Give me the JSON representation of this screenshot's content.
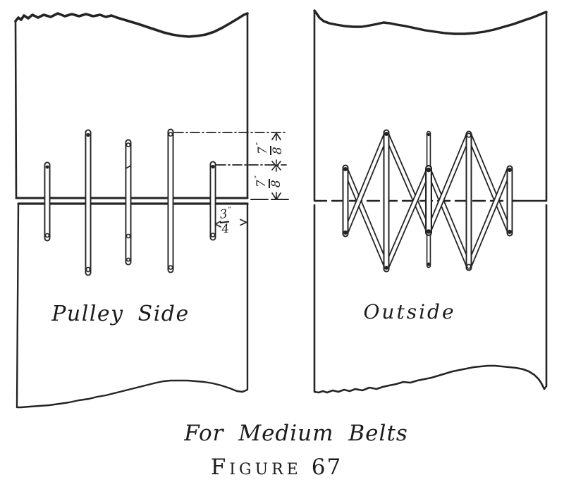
{
  "figure": {
    "caption_line1": "For Medium Belts",
    "figure_word": "Figure",
    "figure_number": "67"
  },
  "panels": {
    "left": {
      "label": "Pulley Side"
    },
    "right": {
      "label": "Outside"
    }
  },
  "dimensions": {
    "upper_pitch": {
      "num": "7",
      "den": "8",
      "unit": "″"
    },
    "lower_pitch": {
      "num": "7",
      "den": "8",
      "unit": "″"
    },
    "edge_margin": {
      "num": "3",
      "den": "4",
      "unit": "″"
    }
  },
  "colors": {
    "ink": "#1f1f1f",
    "paper": "#ffffff"
  }
}
